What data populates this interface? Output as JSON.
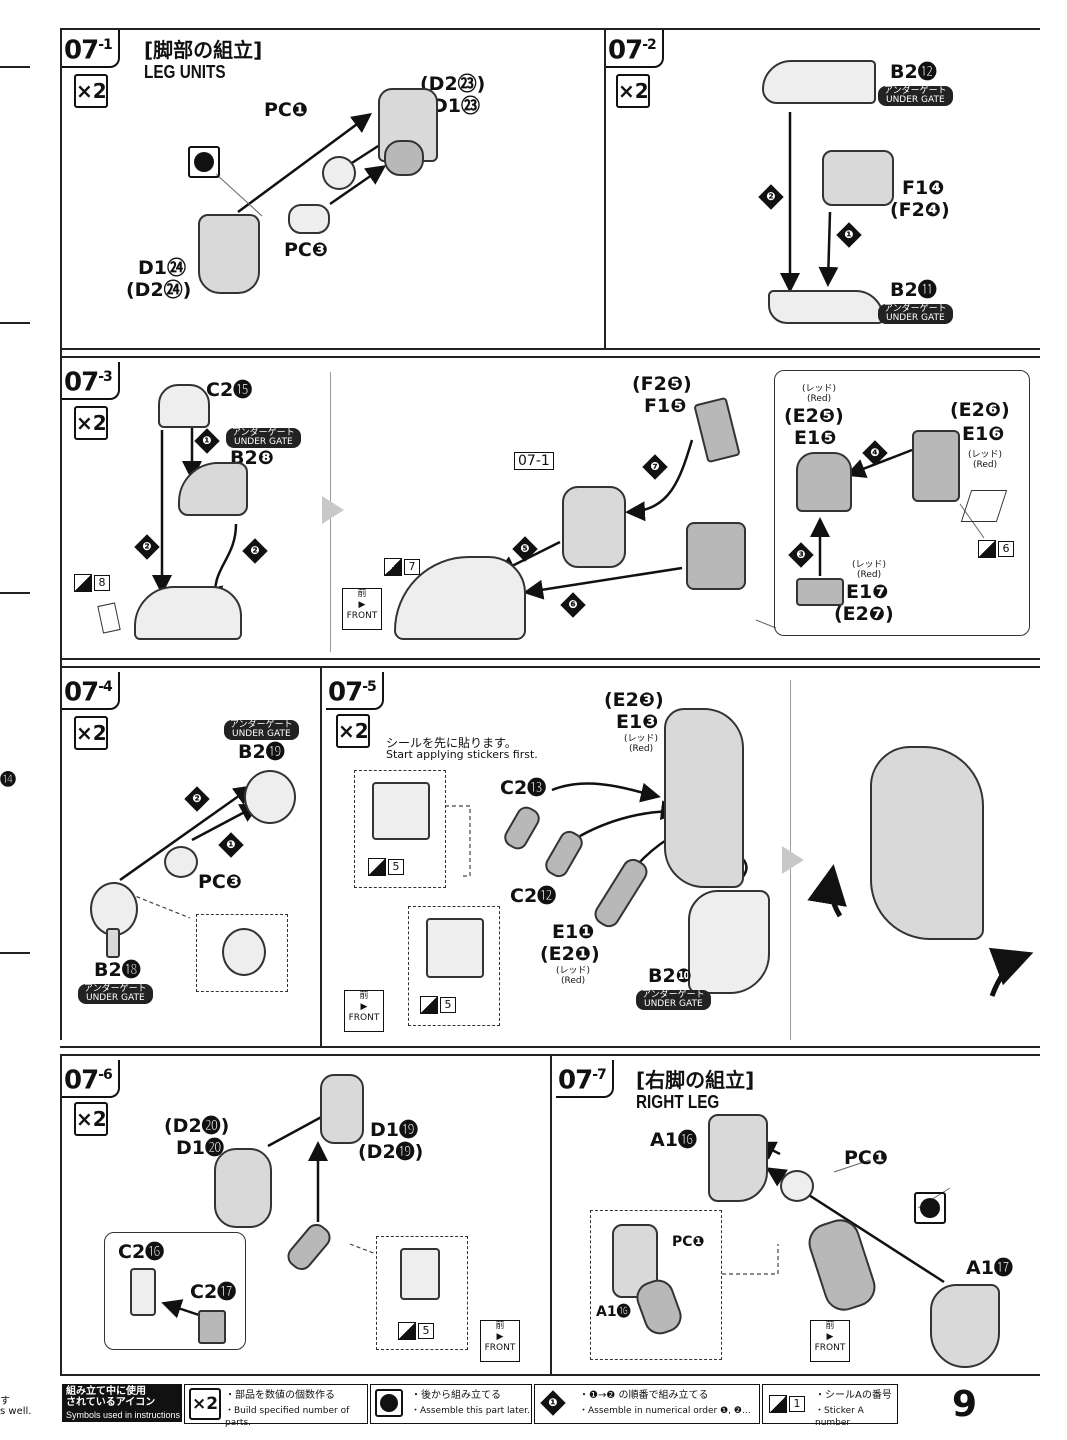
{
  "steps": {
    "s071": {
      "num": "07",
      "sub": "-1",
      "title_jp": "[脚部の組立]",
      "title_en": "LEG UNITS",
      "qty": "×2",
      "labels": [
        "(D2㉓)",
        "D1㉓",
        "PC❶",
        "PC❸",
        "D1㉔",
        "(D2㉔)"
      ]
    },
    "s072": {
      "num": "07",
      "sub": "-2",
      "qty": "×2",
      "labels": [
        "B2⓬",
        "F1❹",
        "(F2❹)",
        "B2⓫"
      ],
      "gate": "アンダーゲート UNDER GATE",
      "order": [
        "❷",
        "❶"
      ]
    },
    "s073": {
      "num": "07",
      "sub": "-3",
      "qty": "×2",
      "labels": [
        "C2⓯",
        "B2❽",
        "(F2❺)",
        "F1❺",
        "(E2❺)",
        "E1❺",
        "(E2❻)",
        "E1❻",
        "E1❼",
        "(E2❼)"
      ],
      "ref": "07-1",
      "red": "(レッド)\n(Red)",
      "order": [
        "❶",
        "❷",
        "❷",
        "❺",
        "❻",
        "❼",
        "❹",
        "❸"
      ],
      "stickers": [
        "8",
        "7",
        "6"
      ]
    },
    "s074": {
      "num": "07",
      "sub": "-4",
      "qty": "×2",
      "labels": [
        "B2⓳",
        "PC❸",
        "B2⓲"
      ],
      "order": [
        "❷",
        "❶"
      ]
    },
    "s075": {
      "num": "07",
      "sub": "-5",
      "qty": "×2",
      "note_jp": "シールを先に貼ります。",
      "note_en": "Start applying stickers first.",
      "labels": [
        "(E2❸)",
        "E1❸",
        "C2⓭",
        "C2⓬",
        "E1❶",
        "(E2❶)",
        "B2❿"
      ],
      "stickers": [
        "5",
        "5"
      ]
    },
    "s076": {
      "num": "07",
      "sub": "-6",
      "qty": "×2",
      "labels": [
        "(D2⓴)",
        "D1⓴",
        "D1⓳",
        "(D2⓳)",
        "C2⓰",
        "C2⓱"
      ],
      "stickers": [
        "5"
      ]
    },
    "s077": {
      "num": "07",
      "sub": "-7",
      "title_jp": "[右脚の組立]",
      "title_en": "RIGHT LEG",
      "labels": [
        "A1⓰",
        "PC❶",
        "A1⓱",
        "PC❶",
        "A1⓰"
      ]
    }
  },
  "common": {
    "front_jp": "前",
    "front_en": "FRONT",
    "red_jp": "(レッド)",
    "red_en": "(Red)",
    "gate_jp": "アンダーゲート",
    "gate_en": "UNDER GATE"
  },
  "legend": {
    "title_jp": "組み立て中に使用\nされているアイコン",
    "title_en": "Symbols used in instructions",
    "i1_jp": "・部品を数値の個数作る",
    "i1_en": "・Build specified number of parts.",
    "i2_jp": "・後から組み立てる",
    "i2_en": "・Assemble this part later.",
    "i3_jp": "・❶→❷ の順番で組み立てる",
    "i3_en": "・Assemble in numerical order ❶, ❷...",
    "i4_jp": "・シールAの番号",
    "i4_en": "・Sticker A number",
    "x2": "×2",
    "one": "1",
    "order_icon": "❶"
  },
  "page_number": "9",
  "left_cut": {
    "num": "⓮",
    "jp": "す",
    "en": "s well."
  }
}
